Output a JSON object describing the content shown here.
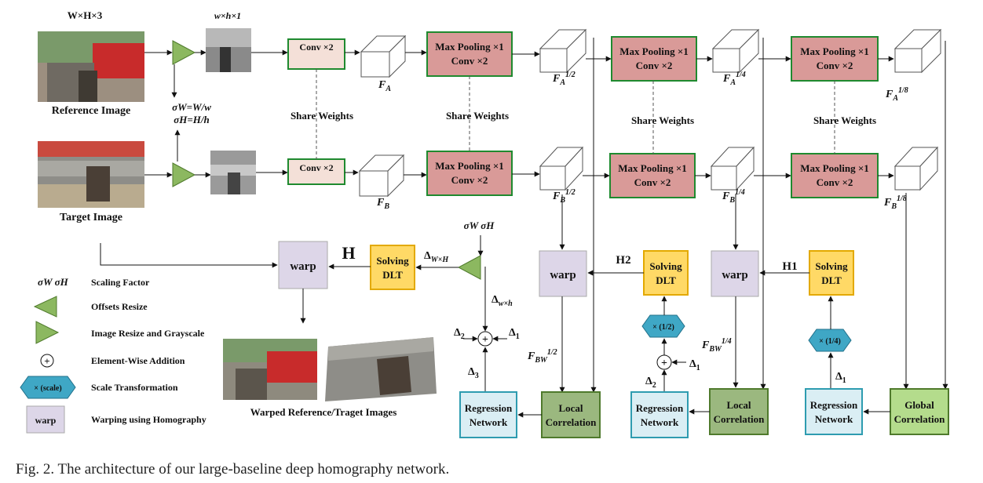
{
  "colors": {
    "pool_fill": "#d99a98",
    "pool_border": "#1f8a2f",
    "conv_fill": "#f4e0d8",
    "solving_fill": "#ffd966",
    "solving_border": "#e3a900",
    "warp_fill": "#ddd6e8",
    "regression_fill": "#daeef4",
    "regression_border": "#2e9cb0",
    "local_corr_fill": "#9bb87f",
    "local_corr_border": "#4f7a2c",
    "global_corr_fill": "#b4dc8c",
    "hexagon_fill": "#3fa7c5",
    "triangle_fill": "#8cb860",
    "H_color": "#3a9cbf"
  },
  "labels": {
    "ref_dims": "W×H×3",
    "small_dims": "w×h×1",
    "reference_image": "Reference Image",
    "target_image": "Target Image",
    "sigma_w_eq": "σW=W/w",
    "sigma_h_eq": "σH=H/h",
    "share_weights": "Share Weights",
    "conv2": "Conv ×2",
    "pool_line1": "Max Pooling ×1",
    "pool_line2": "Conv ×2",
    "fa": "FA",
    "fa_half": "FA1/2",
    "fa_quarter": "FA1/4",
    "fa_eighth": "FA1/8",
    "fb": "FB",
    "fb_half": "FB1/2",
    "fb_quarter": "FB1/4",
    "fb_eighth": "FB1/8",
    "warp": "warp",
    "solving1": "Solving",
    "solving2": "DLT",
    "H": "H",
    "H1": "H1",
    "H2": "H2",
    "sigma_pair": "σW σH",
    "delta_WxH": "ΔW×H",
    "delta_wxh": "Δw×h",
    "delta1": "Δ1",
    "delta2": "Δ2",
    "delta3": "Δ3",
    "plus": "+",
    "scale_half": "× (1/2)",
    "scale_quarter": "× (1/4)",
    "fbw_half": "FBW1/2",
    "fbw_quarter": "FBW1/4",
    "regression1": "Regression",
    "regression2": "Network",
    "local1": "Local",
    "local2": "Correlation",
    "global1": "Global",
    "global2": "Correlation",
    "warped_caption": "Warped Reference/Traget Images"
  },
  "legend": {
    "scaling_factor": "Scaling Factor",
    "offsets_resize": "Offsets Resize",
    "image_resize": "Image Resize and Grayscale",
    "element_add": "Element-Wise Addition",
    "scale_transform": "Scale Transformation",
    "scale_symbol": "× (scale)",
    "warping": "Warping using Homography",
    "sigma_symbols": "σW σH",
    "warp_symbol": "warp"
  },
  "caption": "Fig. 2.  The architecture of our large-baseline deep homography network."
}
